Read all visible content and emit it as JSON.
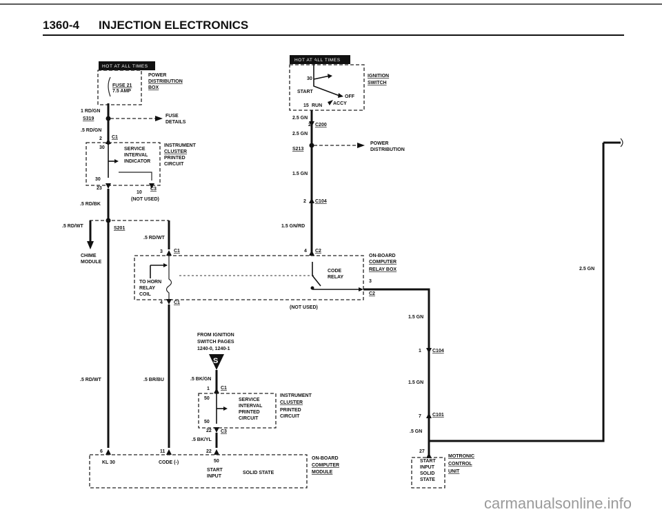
{
  "header": {
    "section": "1360-4",
    "title": "INJECTION ELECTRONICS"
  },
  "badges": {
    "hot1": "HOT AT ALL TIMES",
    "hot2": "HOT AT ALL TIMES"
  },
  "fuse": {
    "name": "FUSE 21",
    "rating": "7.5 AMP"
  },
  "power_dist": {
    "l1": "POWER",
    "l2": "DISTRIBUTION",
    "l3": "BOX"
  },
  "wires": {
    "rdgn1": "1 RD/GN",
    "s319": "S319",
    "fuse_details_1": "FUSE",
    "fuse_details_2": "DETAILS",
    "rdgn05": ".5 RD/GN",
    "c1_top_pin": "2",
    "c1_top": "C1",
    "ic_pin30": "30",
    "ic_pin30b": "30",
    "ic_pin23": "23",
    "ic_pin10": "10",
    "ic_c3": "C3",
    "not_used_1": "(NOT USED)",
    "rdbk": ".5 RD/BK",
    "rdwt_left": ".5 RD/WT",
    "s201": "S201",
    "rdwt_mid": ".5 RD/WT",
    "chime1": "CHIME",
    "chime2": "MODULE",
    "c1_relay_pin3": "3",
    "c1_relay": "C1",
    "c1_relay_pin4": "4",
    "c1_relay_b": "C1",
    "rdwt_low": ".5 RD/WT",
    "brbu": ".5 BR/BU",
    "from_ign_1": "FROM IGNITION",
    "from_ign_2": "SWITCH PAGES",
    "from_ign_3": "1240-0, 1240-1",
    "bkgn": ".5 BK/GN",
    "ic2_pin1": "1",
    "ic2_c1": "C1",
    "ic2_pin50": "50",
    "ic2_pin50b": "50",
    "ic2_pin22": "22",
    "ic2_c3": "C3",
    "bkyl": ".5 BK/YL",
    "bot_pin6": "6",
    "bot_pin11": "11",
    "bot_pin22": "22",
    "gn25a": "2.5 GN",
    "c200_pin": "2",
    "c200": "C200",
    "gn25b": "2.5 GN",
    "s213": "S213",
    "pd2_1": "POWER",
    "pd2_2": "DISTRIBUTION",
    "gn15a": "1.5 GN",
    "c104_pin": "2",
    "c104": "C104",
    "gnrd": "1.5 GN/RD",
    "c2_pin": "4",
    "c2": "C2",
    "not_used_2": "(NOT USED)",
    "relay_pin3": "3",
    "relay_c2": "C2",
    "gn25_right": "2.5 GN",
    "gn15b": "1.5 GN",
    "c104b_pin": "1",
    "c104b": "C104",
    "gn15c": "1.5 GN",
    "c101_pin": "7",
    "c101": "C101",
    "gn05": ".5 GN",
    "motronic_pin": "27"
  },
  "ignition": {
    "l1": "IGNITION",
    "l2": "SWITCH",
    "start": "START",
    "off": "OFF",
    "run": "RUN",
    "accy": "ACCY",
    "p30": "30",
    "p15": "15"
  },
  "ic1": {
    "s1": "SERVICE",
    "s2": "INTERVAL",
    "s3": "INDICATOR",
    "r1": "INSTRUMENT",
    "r2": "CLUSTER",
    "r3": "PRINTED",
    "r4": "CIRCUIT"
  },
  "relay_box": {
    "horn1": "TO HORN",
    "horn2": "RELAY",
    "horn3": "COIL",
    "code1": "CODE",
    "code2": "RELAY",
    "r1": "ON-BOARD",
    "r2": "COMPUTER",
    "r3": "RELAY BOX"
  },
  "ic2": {
    "s1": "SERVICE",
    "s2": "INTERVAL",
    "s3": "PRINTED",
    "s4": "CIRCUIT",
    "r1": "INSTRUMENT",
    "r2": "CLUSTER",
    "r3": "PRINTED",
    "r4": "CIRCUIT"
  },
  "obc": {
    "kl30": "KL 30",
    "code": "CODE (-)",
    "p50": "50",
    "start1": "START",
    "start2": "INPUT",
    "solid": "SOLID STATE",
    "r1": "ON-BOARD",
    "r2": "COMPUTER",
    "r3": "MODULE"
  },
  "motronic": {
    "b1": "START",
    "b2": "INPUT",
    "b3": "SOLID",
    "b4": "STATE",
    "r1": "MOTRONIC",
    "r2": "CONTROL",
    "r3": "UNIT"
  },
  "ref_marker": "S",
  "watermark": "carmanualsonline.info"
}
